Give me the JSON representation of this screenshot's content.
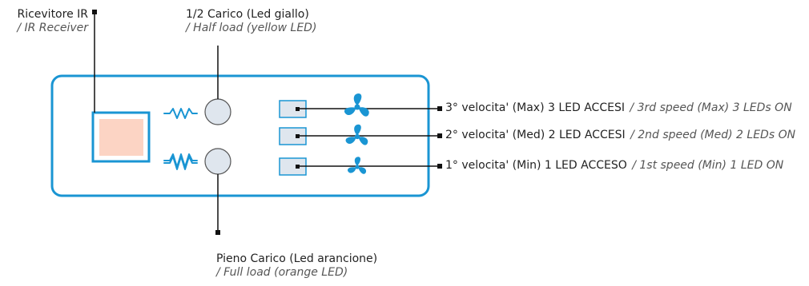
{
  "colors": {
    "panel_border": "#1a95d3",
    "ir_fill": "#fcd4c4",
    "led_fill": "#dfe6ee",
    "fan_blue": "#1a95d3",
    "line": "#111111"
  },
  "icons": [
    "heater-resistance-icon",
    "fan-icon"
  ],
  "labels": {
    "ir_receiver": {
      "it": "Ricevitore IR",
      "en": "/ IR Receiver"
    },
    "half_load": {
      "it": "1/2 Carico (Led giallo)",
      "en": "/ Half load (yellow LED)"
    },
    "full_load": {
      "it": "Pieno Carico (Led arancione)",
      "en": "/ Full load (orange LED)"
    }
  },
  "speeds": [
    {
      "it": "3° velocita' (Max) 3 LED ACCESI",
      "en": "/ 3rd speed (Max) 3 LEDs ON"
    },
    {
      "it": "2° velocita' (Med) 2 LED ACCESI",
      "en": "/ 2nd speed (Med) 2 LEDs ON"
    },
    {
      "it": "1° velocita' (Min) 1 LED ACCESO",
      "en": "/ 1st speed (Min) 1 LED ON"
    }
  ]
}
